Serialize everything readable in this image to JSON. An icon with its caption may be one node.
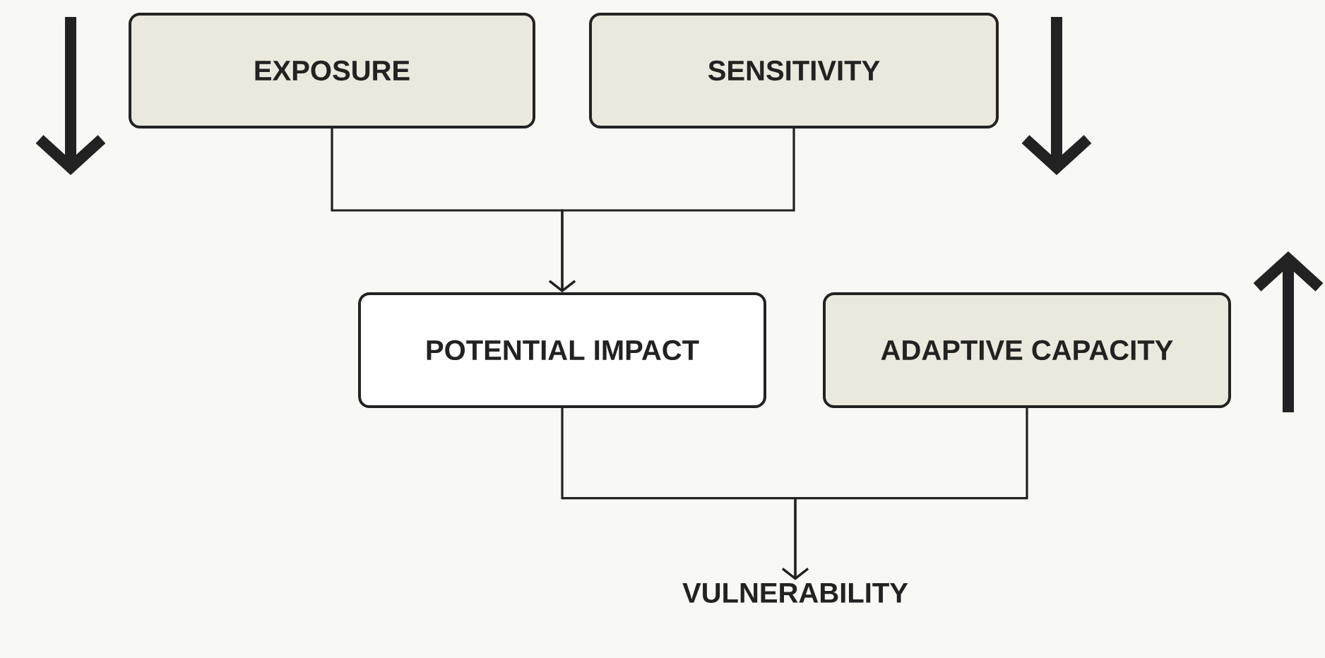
{
  "diagram": {
    "nodes": [
      {
        "text": [
          "EXPOSURE"
        ]
      },
      {
        "text": [
          "SENSITIVITY"
        ]
      },
      {
        "text": [
          "POTENTIAL IMPACT"
        ]
      },
      {
        "text": [
          "ADAPTIVE CAPACITY"
        ]
      },
      {
        "text": [
          "VULNERABILITY"
        ]
      }
    ],
    "edges": [
      {
        "from": 0,
        "to": 2,
        "arrow": "to"
      },
      {
        "from": 1,
        "to": 2,
        "arrow": "to"
      },
      {
        "from": 2,
        "to": 4,
        "arrow": "to"
      },
      {
        "from": 3,
        "to": 4,
        "arrow": "to"
      }
    ]
  }
}
